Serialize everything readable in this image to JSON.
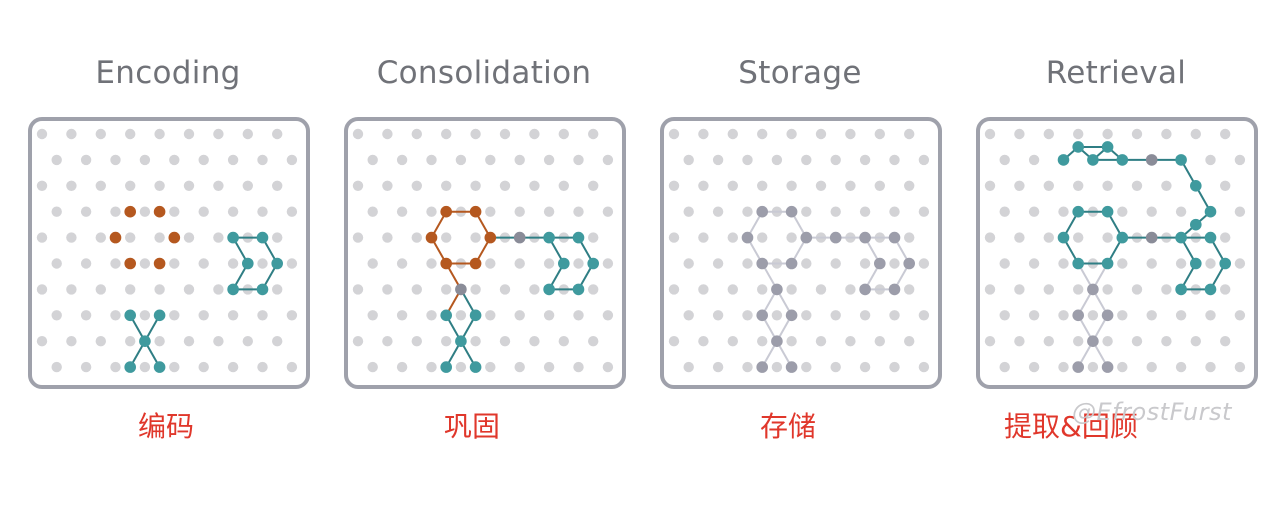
{
  "stages": [
    {
      "title": "Encoding",
      "caption": "编码"
    },
    {
      "title": "Consolidation",
      "caption": "巩固"
    },
    {
      "title": "Storage",
      "caption": "存储"
    },
    {
      "title": "Retrieval",
      "caption": "提取&回顾"
    }
  ],
  "watermark": "@EfrostFurst",
  "colors": {
    "grid_dot": "#d3d3d6",
    "panel_border": "#9fa1ab",
    "title": "#707278",
    "caption": "#e0372b",
    "encoding_node": "#b5581f",
    "memory_node": "#3f9a9e",
    "memory_edge": "#2f7e84",
    "link_node": "#8a8c98",
    "stored_node": "#9c9daa",
    "stored_edge": "#c9cad4"
  }
}
